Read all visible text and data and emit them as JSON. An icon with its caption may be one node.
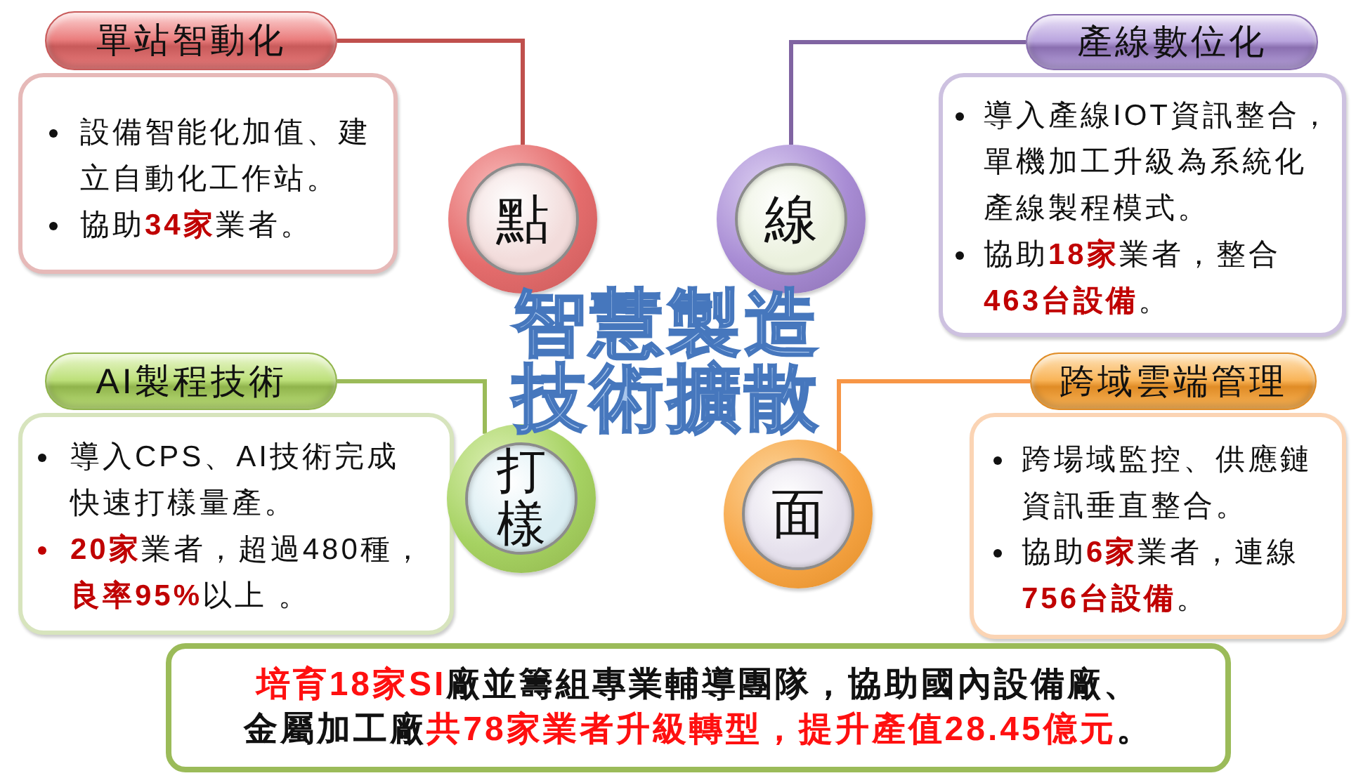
{
  "diagram": {
    "title": "智慧製造技術擴散",
    "nodes": [
      {
        "text": [
          "單站智動化"
        ]
      },
      {
        "text": [
          "設備智能化加值、建立自動化工作站。",
          "協助**34家**業者。"
        ]
      },
      {
        "text": [
          "點"
        ]
      },
      {
        "text": [
          "產線數位化"
        ]
      },
      {
        "text": [
          "導入產線IOT資訊整合，單機加工升級為系統化產線製程模式。",
          "協助**18家**業者，整合**463台設備**。"
        ]
      },
      {
        "text": [
          "線"
        ]
      },
      {
        "text": [
          "AI製程技術"
        ]
      },
      {
        "text": [
          "導入CPS、AI技術完成快速打樣量產。",
          "**20家**業者，超過480種，**良率95%**以上 。"
        ]
      },
      {
        "text": [
          "打樣"
        ]
      },
      {
        "text": [
          "跨域雲端管理"
        ]
      },
      {
        "text": [
          "跨場域監控、供應鏈資訊垂直整合。",
          "協助**6家**業者，連線**756台設備**。"
        ]
      },
      {
        "text": [
          "面"
        ]
      },
      {
        "text": [
          "**培育18家SI**廠並籌組專業輔導團隊，協助國內設備廠、金屬加工廠**共78家業者升級轉型，提升產值28.45億元**。"
        ]
      }
    ],
    "edges": [
      {
        "from": 0,
        "to": 2,
        "arrow": "none",
        "color": "#c0504d"
      },
      {
        "from": 3,
        "to": 5,
        "arrow": "none",
        "color": "#8064a2"
      },
      {
        "from": 6,
        "to": 8,
        "arrow": "none",
        "color": "#9bbb59"
      },
      {
        "from": 9,
        "to": 11,
        "arrow": "none",
        "color": "#f79646"
      }
    ]
  }
}
